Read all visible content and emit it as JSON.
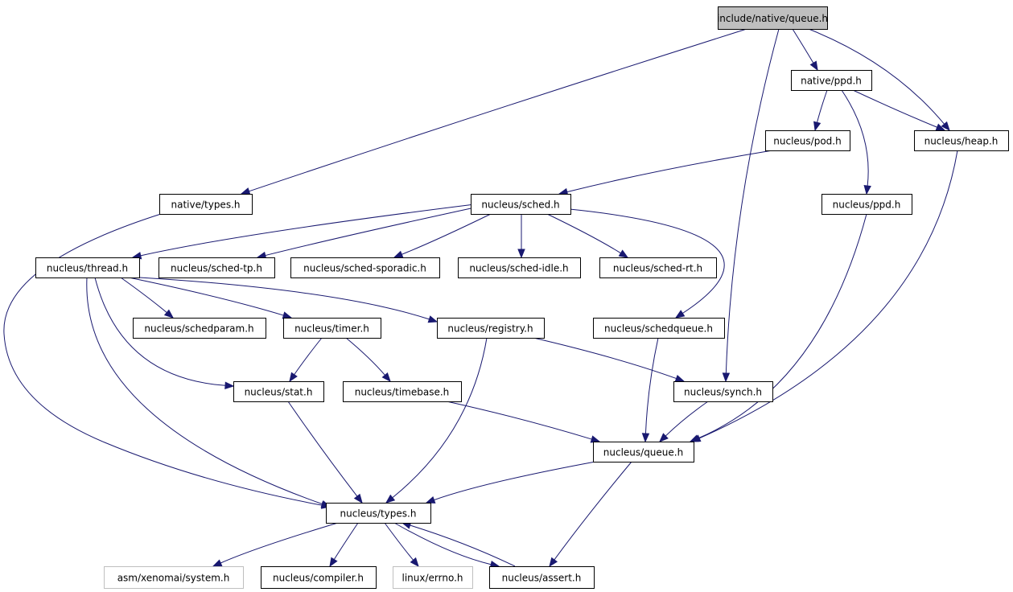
{
  "graph": {
    "nodes": [
      {
        "id": "include-native-queue-h",
        "label": "include/native/queue.h",
        "style": "root"
      },
      {
        "id": "native-ppd-h",
        "label": "native/ppd.h"
      },
      {
        "id": "nucleus-pod-h",
        "label": "nucleus/pod.h"
      },
      {
        "id": "nucleus-heap-h",
        "label": "nucleus/heap.h"
      },
      {
        "id": "native-types-h",
        "label": "native/types.h"
      },
      {
        "id": "nucleus-sched-h",
        "label": "nucleus/sched.h"
      },
      {
        "id": "nucleus-ppd-h",
        "label": "nucleus/ppd.h"
      },
      {
        "id": "nucleus-thread-h",
        "label": "nucleus/thread.h"
      },
      {
        "id": "nucleus-sched-tp-h",
        "label": "nucleus/sched-tp.h"
      },
      {
        "id": "nucleus-sched-sporadic-h",
        "label": "nucleus/sched-sporadic.h"
      },
      {
        "id": "nucleus-sched-idle-h",
        "label": "nucleus/sched-idle.h"
      },
      {
        "id": "nucleus-sched-rt-h",
        "label": "nucleus/sched-rt.h"
      },
      {
        "id": "nucleus-schedparam-h",
        "label": "nucleus/schedparam.h"
      },
      {
        "id": "nucleus-timer-h",
        "label": "nucleus/timer.h"
      },
      {
        "id": "nucleus-registry-h",
        "label": "nucleus/registry.h"
      },
      {
        "id": "nucleus-schedqueue-h",
        "label": "nucleus/schedqueue.h"
      },
      {
        "id": "nucleus-stat-h",
        "label": "nucleus/stat.h"
      },
      {
        "id": "nucleus-timebase-h",
        "label": "nucleus/timebase.h"
      },
      {
        "id": "nucleus-synch-h",
        "label": "nucleus/synch.h"
      },
      {
        "id": "nucleus-queue-h",
        "label": "nucleus/queue.h"
      },
      {
        "id": "nucleus-types-h",
        "label": "nucleus/types.h"
      },
      {
        "id": "asm-xenomai-system-h",
        "label": "asm/xenomai/system.h",
        "style": "grey"
      },
      {
        "id": "nucleus-compiler-h",
        "label": "nucleus/compiler.h"
      },
      {
        "id": "linux-errno-h",
        "label": "linux/errno.h",
        "style": "grey"
      },
      {
        "id": "nucleus-assert-h",
        "label": "nucleus/assert.h"
      }
    ],
    "edges": [
      {
        "from": "include-native-queue-h",
        "to": "native-ppd-h"
      },
      {
        "from": "include-native-queue-h",
        "to": "nucleus-heap-h"
      },
      {
        "from": "include-native-queue-h",
        "to": "native-types-h"
      },
      {
        "from": "include-native-queue-h",
        "to": "nucleus-synch-h"
      },
      {
        "from": "native-ppd-h",
        "to": "nucleus-pod-h"
      },
      {
        "from": "native-ppd-h",
        "to": "nucleus-heap-h"
      },
      {
        "from": "native-ppd-h",
        "to": "nucleus-ppd-h"
      },
      {
        "from": "nucleus-pod-h",
        "to": "nucleus-sched-h"
      },
      {
        "from": "nucleus-heap-h",
        "to": "nucleus-queue-h"
      },
      {
        "from": "native-types-h",
        "to": "nucleus-types-h"
      },
      {
        "from": "nucleus-ppd-h",
        "to": "nucleus-queue-h"
      },
      {
        "from": "nucleus-sched-h",
        "to": "nucleus-thread-h"
      },
      {
        "from": "nucleus-sched-h",
        "to": "nucleus-sched-tp-h"
      },
      {
        "from": "nucleus-sched-h",
        "to": "nucleus-sched-sporadic-h"
      },
      {
        "from": "nucleus-sched-h",
        "to": "nucleus-sched-idle-h"
      },
      {
        "from": "nucleus-sched-h",
        "to": "nucleus-sched-rt-h"
      },
      {
        "from": "nucleus-sched-h",
        "to": "nucleus-schedqueue-h"
      },
      {
        "from": "nucleus-thread-h",
        "to": "nucleus-schedparam-h"
      },
      {
        "from": "nucleus-thread-h",
        "to": "nucleus-timer-h"
      },
      {
        "from": "nucleus-thread-h",
        "to": "nucleus-registry-h"
      },
      {
        "from": "nucleus-thread-h",
        "to": "nucleus-stat-h"
      },
      {
        "from": "nucleus-thread-h",
        "to": "nucleus-types-h"
      },
      {
        "from": "nucleus-timer-h",
        "to": "nucleus-stat-h"
      },
      {
        "from": "nucleus-timer-h",
        "to": "nucleus-timebase-h"
      },
      {
        "from": "nucleus-registry-h",
        "to": "nucleus-synch-h"
      },
      {
        "from": "nucleus-registry-h",
        "to": "nucleus-types-h"
      },
      {
        "from": "nucleus-schedqueue-h",
        "to": "nucleus-queue-h"
      },
      {
        "from": "nucleus-stat-h",
        "to": "nucleus-types-h"
      },
      {
        "from": "nucleus-timebase-h",
        "to": "nucleus-queue-h"
      },
      {
        "from": "nucleus-synch-h",
        "to": "nucleus-queue-h"
      },
      {
        "from": "nucleus-queue-h",
        "to": "nucleus-types-h"
      },
      {
        "from": "nucleus-queue-h",
        "to": "nucleus-assert-h"
      },
      {
        "from": "nucleus-types-h",
        "to": "asm-xenomai-system-h"
      },
      {
        "from": "nucleus-types-h",
        "to": "nucleus-compiler-h"
      },
      {
        "from": "nucleus-types-h",
        "to": "linux-errno-h"
      },
      {
        "from": "nucleus-types-h",
        "to": "nucleus-assert-h"
      },
      {
        "from": "nucleus-assert-h",
        "to": "nucleus-types-h"
      }
    ]
  },
  "colors": {
    "edge": "#191970",
    "root_fill": "#bfbfbf",
    "node_border": "#000000",
    "external_border": "#bfbfbf"
  }
}
